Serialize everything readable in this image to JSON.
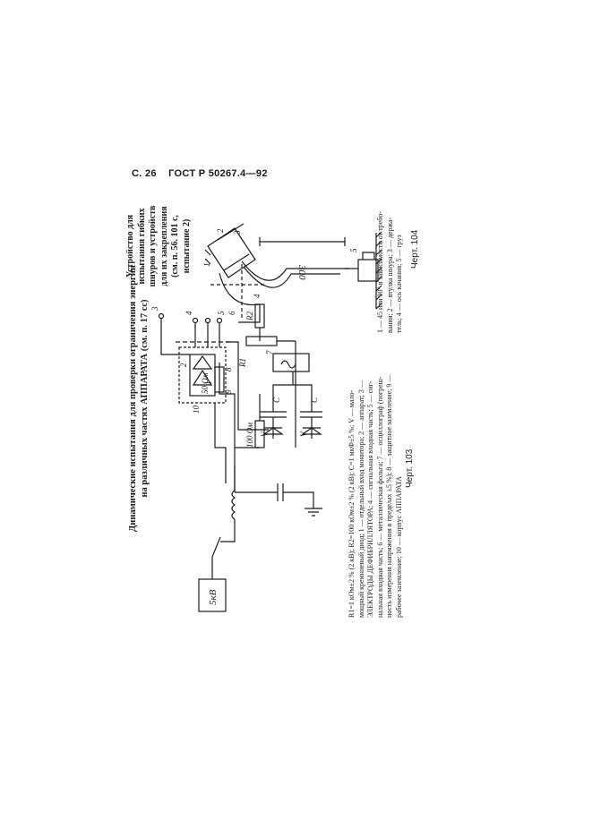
{
  "header": {
    "page": "С. 26",
    "standard": "ГОСТ Р 50267.4—92"
  },
  "fig103": {
    "title_lines": [
      "Динамические испытания для проверки ограничения энергии",
      "на различных частях АППАРАТА (см. п. 17 сс)"
    ],
    "caption_lines": [
      "R1=1 кОм±2 % (2 кВ); R2=100 кОм±2 % (2 кВ); C=1 мкФ±5 %; V — мало-",
      "мощный кремниевый диод; 1 — отдельный вход монитора; 2 — аппарат; 3 —",
      "ЭЛЕКТРОДЫ ДЕФИБРИЛЛЯТОРА; 4 — сигнальная входная часть; 5 — сиг-",
      "нальная входная часть; 6 — металлическая фольга; 7 — осциллограф (погреш-",
      "ность измерения напряжения в пределах ±5 %); 8 — защитное заземление; 9 —",
      "рабочее заземление; 10 — корпус АППАРАТА"
    ],
    "chert": "Черт. 103",
    "labels": {
      "source": "5кВ",
      "r50": "50 Ом",
      "r100": "100 Ом",
      "r1": "R1",
      "r2": "R2",
      "c": "C",
      "v": "V",
      "n1": "1",
      "n2": "2",
      "n3": "3",
      "n4": "4",
      "n5": "5",
      "n6": "6",
      "n7": "7",
      "n8": "8",
      "n9": "9",
      "n10": "10"
    }
  },
  "fig104": {
    "title_lines": [
      "Устройство для",
      "испытания гибких",
      "шнуров и устройств",
      "для их закрепления",
      "(см. п. 56. 101 с,",
      "испытание 2)"
    ],
    "caption_lines": [
      "1 — 45 или 90° в зависимости от требо-",
      "вания; 2 — втулка шнура; 3 — держа-",
      "тель; 4 — ось качания; 5 — груз"
    ],
    "chert": "Черт. 104",
    "labels": {
      "dim": "300",
      "n1": "1",
      "n2": "2",
      "n3": "3",
      "n4": "4",
      "n5": "5"
    }
  }
}
